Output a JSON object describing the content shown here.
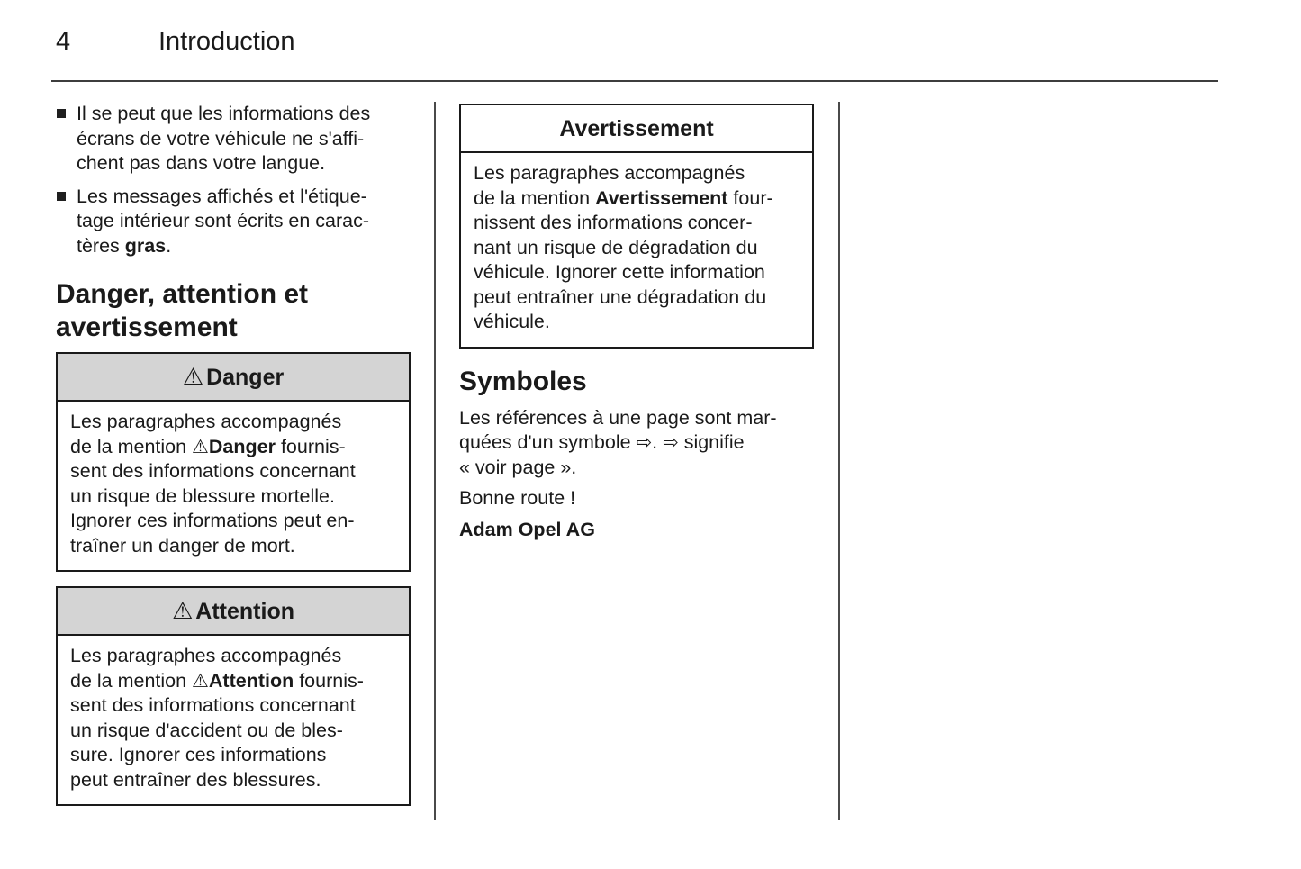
{
  "page_header": {
    "number": "4",
    "title": "Introduction"
  },
  "icons": {
    "warning_triangle": "⚠",
    "page_reference_arrow": "⇨"
  },
  "colors": {
    "box_header_bg": "#d4d4d4",
    "border": "#1a1a1a",
    "rule": "#3d3d3d",
    "text": "#1a1a1a"
  },
  "left_column": {
    "bullets": [
      [
        [
          {
            "t": "Il se peut que les informations des"
          }
        ],
        [
          {
            "t": "écrans de votre véhicule ne s'affi-"
          }
        ],
        [
          {
            "t": "chent pas dans votre langue."
          }
        ]
      ],
      [
        [
          {
            "t": "Les messages affichés et l'étique-"
          }
        ],
        [
          {
            "t": "tage intérieur sont écrits en carac-"
          }
        ],
        [
          {
            "t": "tères "
          },
          {
            "t": "gras",
            "b": true
          },
          {
            "t": "."
          }
        ]
      ]
    ],
    "section_heading": [
      [
        {
          "t": "Danger, attention et"
        }
      ],
      [
        {
          "t": "avertissement"
        }
      ]
    ],
    "danger_box": {
      "title": [
        [
          {
            "t": "⚠",
            "s": "warn"
          },
          {
            "t": "Danger",
            "b": true
          }
        ]
      ],
      "body": [
        [
          {
            "t": "Les paragraphes accompagnés"
          }
        ],
        [
          {
            "t": "de la mention "
          },
          {
            "t": "⚠",
            "s": "warn"
          },
          {
            "t": "Danger",
            "b": true
          },
          {
            "t": " fournis-"
          }
        ],
        [
          {
            "t": "sent des informations concernant"
          }
        ],
        [
          {
            "t": "un risque de blessure mortelle."
          }
        ],
        [
          {
            "t": "Ignorer ces informations peut en-"
          }
        ],
        [
          {
            "t": "traîner un danger de mort."
          }
        ]
      ]
    },
    "attention_box": {
      "title": [
        [
          {
            "t": "⚠",
            "s": "warn"
          },
          {
            "t": "Attention",
            "b": true
          }
        ]
      ],
      "body": [
        [
          {
            "t": "Les paragraphes accompagnés"
          }
        ],
        [
          {
            "t": "de la mention "
          },
          {
            "t": "⚠",
            "s": "warn"
          },
          {
            "t": "Attention",
            "b": true
          },
          {
            "t": " fournis-"
          }
        ],
        [
          {
            "t": "sent des informations concernant"
          }
        ],
        [
          {
            "t": "un risque d'accident ou de bles-"
          }
        ],
        [
          {
            "t": "sure. Ignorer ces informations"
          }
        ],
        [
          {
            "t": "peut entraîner des blessures."
          }
        ]
      ]
    }
  },
  "middle_column": {
    "warning_box": {
      "title": [
        [
          {
            "t": "Avertissement",
            "b": true
          }
        ]
      ],
      "body": [
        [
          {
            "t": "Les paragraphes accompagnés"
          }
        ],
        [
          {
            "t": "de la mention "
          },
          {
            "t": "Avertissement",
            "b": true
          },
          {
            "t": " four-"
          }
        ],
        [
          {
            "t": "nissent des informations concer-"
          }
        ],
        [
          {
            "t": "nant un risque de dégradation du"
          }
        ],
        [
          {
            "t": "véhicule. Ignorer cette information"
          }
        ],
        [
          {
            "t": "peut entraîner une dégradation du"
          }
        ],
        [
          {
            "t": "véhicule."
          }
        ]
      ]
    },
    "symbols_heading": "Symboles",
    "symbols_paragraph": [
      [
        {
          "t": "Les références à une page sont mar-"
        }
      ],
      [
        {
          "t": "quées d'un symbole "
        },
        {
          "t": "⇨",
          "s": "arrow"
        },
        {
          "t": ". "
        },
        {
          "t": "⇨",
          "s": "arrow"
        },
        {
          "t": " signifie"
        }
      ],
      [
        {
          "t": "« voir page »."
        }
      ]
    ],
    "good_trip_line": [
      [
        {
          "t": "Bonne route !"
        }
      ]
    ],
    "signature_line": [
      [
        {
          "t": "Adam Opel AG",
          "b": true
        }
      ]
    ]
  }
}
